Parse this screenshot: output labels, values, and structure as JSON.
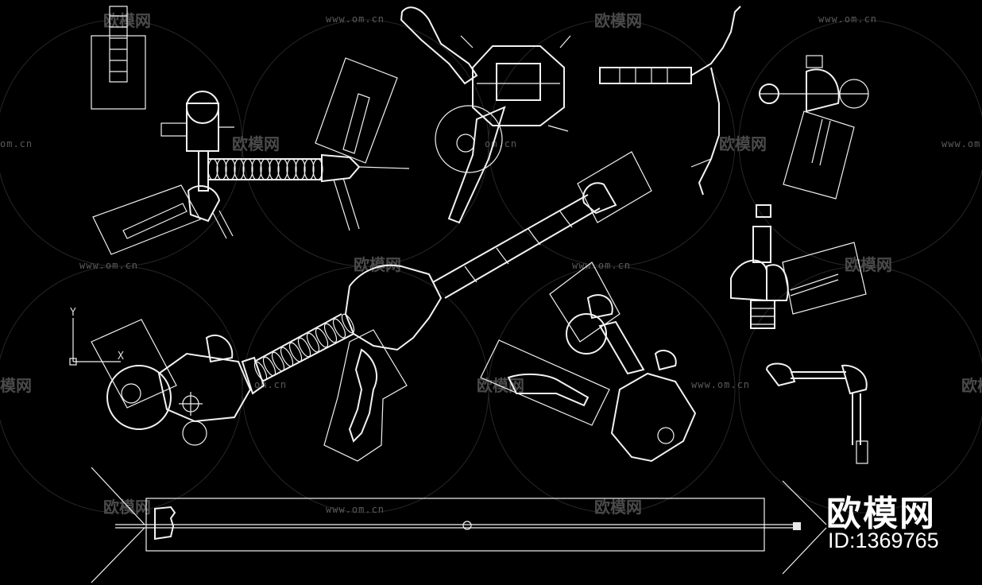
{
  "watermark": {
    "url_text": "www.om.cn",
    "logo_text": "欧模网",
    "partial_url": "om.cn",
    "partial_logo": "模网"
  },
  "brand": {
    "name": "欧模网",
    "id_text": "ID:1369765"
  },
  "ucs": {
    "x_label": "X",
    "y_label": "Y"
  },
  "colors": {
    "background": "#000000",
    "linework": "#f2f2f2",
    "watermark": "#4a4a4a"
  }
}
